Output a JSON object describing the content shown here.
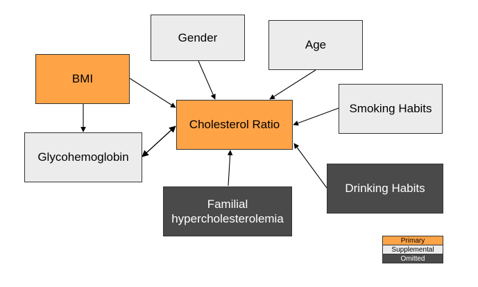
{
  "nodes": {
    "bmi": "BMI",
    "gender": "Gender",
    "age": "Age",
    "smoking": "Smoking Habits",
    "cholesterol": "Cholesterol Ratio",
    "glyco": "Glycohemoglobin",
    "drinking": "Drinking Habits",
    "familial": "Familial hypercholesterolemia"
  },
  "edges": [
    {
      "from": "bmi",
      "to": "cholesterol",
      "direction": "forward"
    },
    {
      "from": "bmi",
      "to": "glyco",
      "direction": "forward"
    },
    {
      "from": "gender",
      "to": "cholesterol",
      "direction": "forward"
    },
    {
      "from": "age",
      "to": "cholesterol",
      "direction": "forward"
    },
    {
      "from": "smoking",
      "to": "cholesterol",
      "direction": "forward"
    },
    {
      "from": "glyco",
      "to": "cholesterol",
      "direction": "both"
    },
    {
      "from": "familial",
      "to": "cholesterol",
      "direction": "forward"
    },
    {
      "from": "drinking",
      "to": "cholesterol",
      "direction": "forward"
    }
  ],
  "legend": {
    "primary": "Primary",
    "supplemental": "Supplemental",
    "omitted": "Omitted"
  },
  "colors": {
    "primary": "#ffa347",
    "supplemental": "#ececec",
    "omitted": "#4a4a4a",
    "edge": "#000000"
  }
}
